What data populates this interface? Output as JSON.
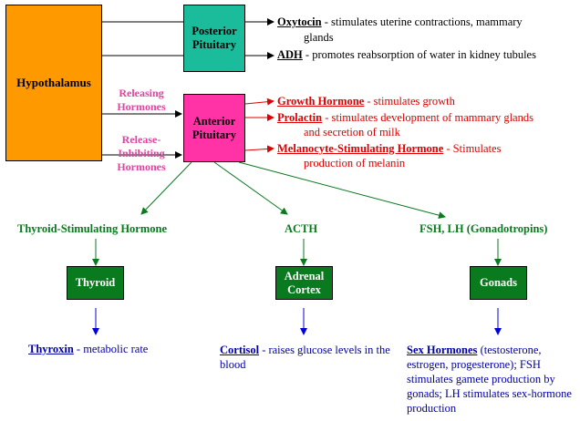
{
  "colors": {
    "hypothalamus_fill": "#FF9900",
    "posterior_fill": "#1ABC9C",
    "anterior_fill": "#FF33A6",
    "gland_fill": "#0A7A1E",
    "red_text": "#E00000",
    "pink_text": "#E0449E",
    "green_text": "#0A7A1E",
    "blue_text": "#0000AA"
  },
  "hypothalamus": {
    "label": "Hypothalamus"
  },
  "posterior": {
    "label": "Posterior Pituitary"
  },
  "anterior": {
    "label": "Anterior Pituitary"
  },
  "signals": {
    "releasing": "Releasing Hormones",
    "inhibiting": "Release-Inhibiting Hormones"
  },
  "posterior_hormones": [
    {
      "name": "Oxytocin",
      "desc": " - stimulates uterine contractions, mammary",
      "desc2": "glands"
    },
    {
      "name": "ADH",
      "desc": " - promotes reabsorption of water in kidney tubules"
    }
  ],
  "anterior_hormones": [
    {
      "name": "Growth Hormone",
      "desc": " - stimulates growth"
    },
    {
      "name": "Prolactin",
      "desc": " - stimulates development of mammary glands",
      "desc2": "and secretion of milk"
    },
    {
      "name": "Melanocyte-Stimulating Hormone",
      "desc": " - Stimulates",
      "desc2": "production of melanin"
    }
  ],
  "tropic": {
    "tsh": "Thyroid-Stimulating Hormone",
    "acth": "ACTH",
    "fsh_lh": "FSH, LH (Gonadotropins)"
  },
  "glands": {
    "thyroid": "Thyroid",
    "adrenal": "Adrenal Cortex",
    "gonads": "Gonads"
  },
  "effects": {
    "thyroxin": {
      "name": "Thyroxin",
      "desc": " - metabolic rate"
    },
    "cortisol": {
      "name": "Cortisol",
      "desc": " - raises glucose levels in the blood"
    },
    "sex": {
      "name": "Sex Hormones",
      "desc": " (testosterone, estrogen, progesterone); FSH stimulates gamete production by gonads; LH stimulates sex-hormone production"
    }
  }
}
